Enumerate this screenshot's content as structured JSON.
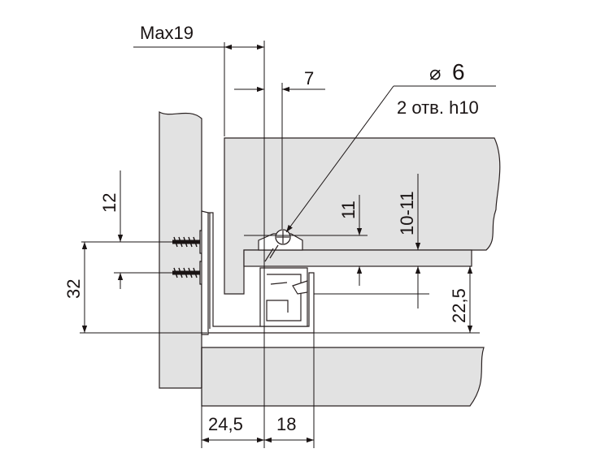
{
  "colors": {
    "ink": "#1a1414",
    "panel": "#e2e2e2",
    "panel_edge": "#2a2222",
    "background": "#ffffff"
  },
  "labels": {
    "max19": "Max19",
    "d7": "7",
    "diam_symbol": "⌀",
    "diam_value": "6",
    "holes": "2 отв. h10",
    "d12": "12",
    "d32": "32",
    "d11": "11",
    "d10_11": "10-11",
    "d22_5": "22,5",
    "d24_5": "24,5",
    "d18": "18"
  }
}
